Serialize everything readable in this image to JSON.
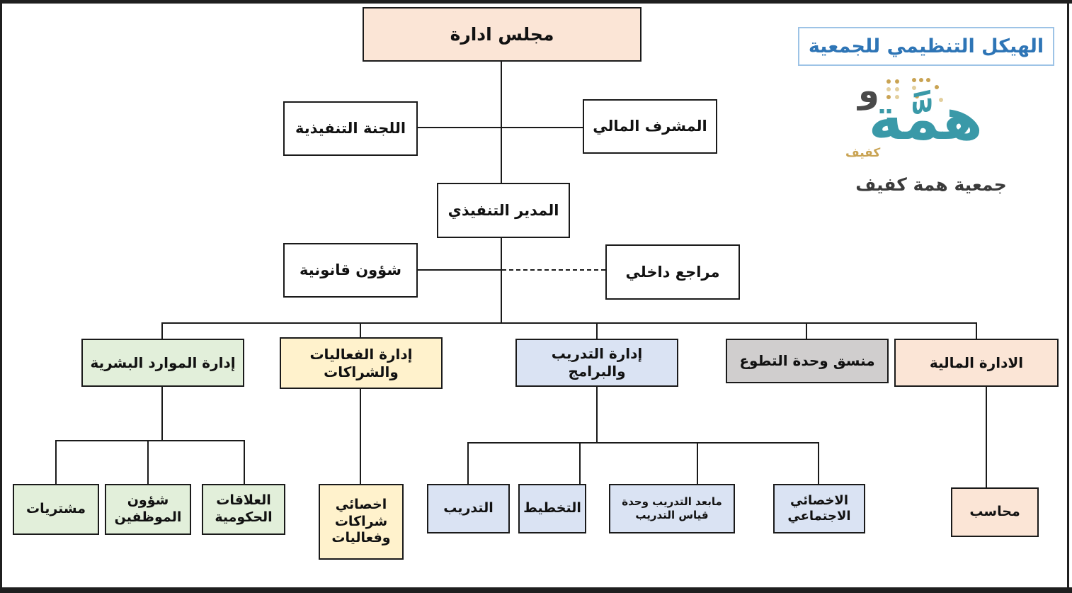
{
  "title": {
    "text": "الهيكل التنظيمي للجمعية"
  },
  "logo": {
    "waw": "و",
    "main": "همَّة",
    "kafeef": "كفيف",
    "caption": "جمعية همة كفيف"
  },
  "nodes": {
    "board": "مجلس ادارة",
    "exec_committee": "اللجنة التنفيذية",
    "financial_supervisor": "المشرف المالي",
    "exec_director": "المدير التنفيذي",
    "legal_affairs": "شؤون قانونية",
    "internal_auditor": "مراجع داخلي",
    "hr_dept": "إدارة الموارد البشرية",
    "events_dept": "إدارة الفعاليات والشراكات",
    "training_dept": "إدارة التدريب والبرامج",
    "volunteer_coordinator": "منسق وحدة التطوع",
    "finance_dept": "الادارة المالية",
    "purchases": "مشتريات",
    "employee_affairs": "شؤون الموظفين",
    "government_relations": "العلاقات الحكومية",
    "partnerships_events_specialist": "اخصائي شراكات وفعاليات",
    "training": "التدريب",
    "planning": "التخطيط",
    "post_training_measurement": "مابعد التدريب وحدة قياس التدريب",
    "social_specialist": "الاخصائي الاجتماعي",
    "accountant": "محاسب"
  },
  "colors": {
    "peach": "#fbe5d6",
    "green": "#e2efda",
    "yellow": "#fff2cc",
    "blue": "#dae3f3",
    "gray": "#d0cece",
    "white": "#ffffff",
    "line": "#1a1a1a",
    "title_blue": "#2e75b6",
    "title_border": "#9dc3e6",
    "teal": "#3a99a8",
    "gold": "#c9a353"
  }
}
